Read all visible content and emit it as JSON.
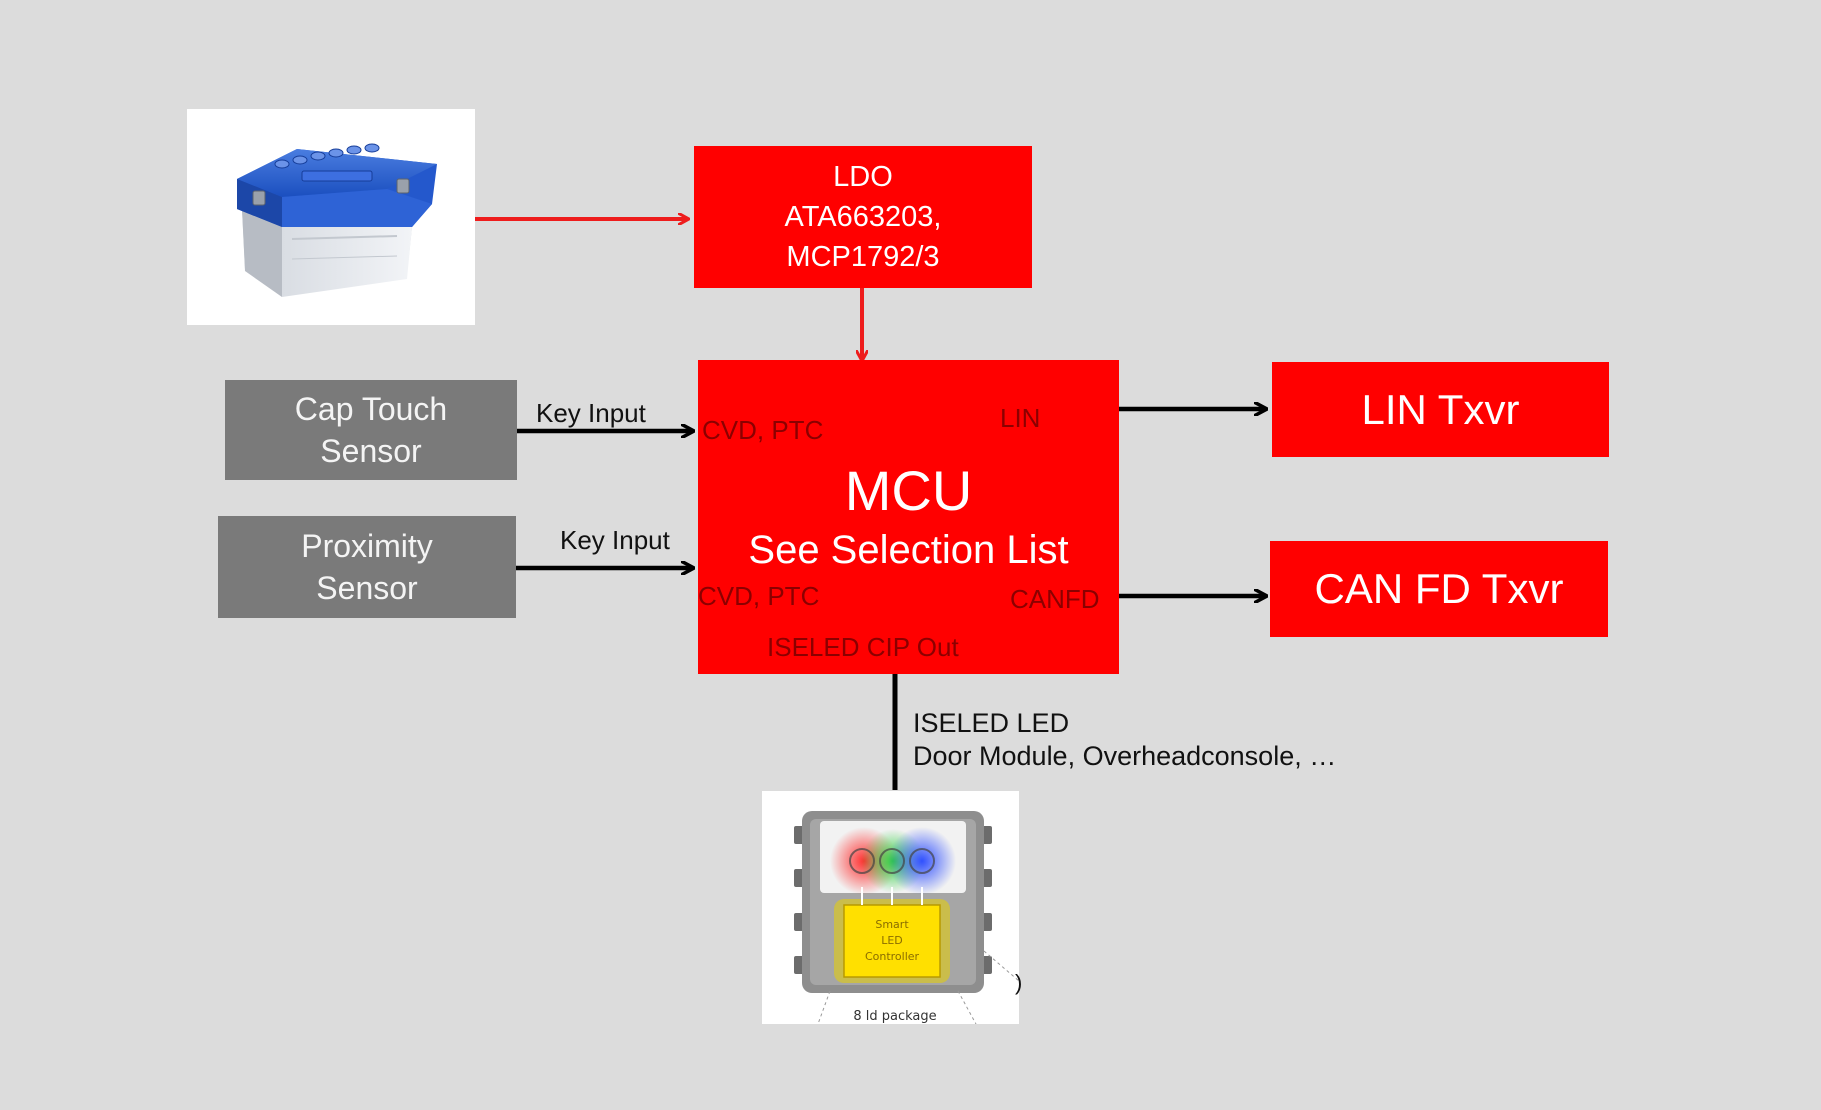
{
  "colors": {
    "background": "#dcdcdc",
    "red_block": "#ff0000",
    "gray_block": "#7a7a7a",
    "red_arrow": "#ee1c1c",
    "black_arrow": "#000000",
    "mcu_port_text": "#8b0000"
  },
  "battery": {
    "icon": "car-battery-icon"
  },
  "ldo": {
    "line1": "LDO",
    "line2": "ATA663203,",
    "line3": "MCP1792/3"
  },
  "cap_touch": {
    "line1": "Cap Touch",
    "line2": "Sensor",
    "arrow_label": "Key Input"
  },
  "proximity": {
    "line1": "Proximity",
    "line2": "Sensor",
    "arrow_label": "Key Input"
  },
  "mcu": {
    "title": "MCU",
    "subtitle": "See Selection List",
    "port_top_left": "CVD, PTC",
    "port_top_right": "LIN",
    "port_bottom_left": "CVD, PTC",
    "port_bottom_right": "CANFD",
    "port_bottom": "ISELED CIP Out"
  },
  "lin": {
    "label": "LIN Txvr"
  },
  "canfd": {
    "label": "CAN FD Txvr"
  },
  "iseled": {
    "line1": "ISELED LED",
    "line2": "Door Module, Overheadconsole, …",
    "chip_text1": "Smart",
    "chip_text2": "LED",
    "chip_text3": "Controller",
    "package_caption": "8 ld package",
    "edge_mark": ")"
  }
}
